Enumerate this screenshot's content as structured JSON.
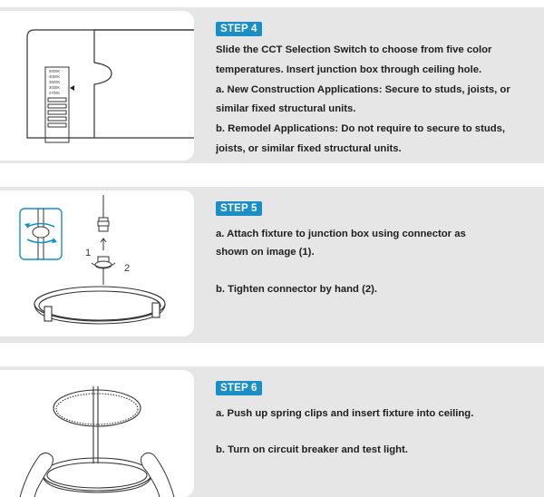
{
  "colors": {
    "accent": "#1a8fc7",
    "band": "#e6e6e6",
    "text": "#1e1e1e"
  },
  "steps": [
    {
      "badge": "STEP 4",
      "paragraphs": [
        "Slide the CCT Selection Switch to choose from five color temperatures. Insert junction box through ceiling hole.",
        "a. New Construction Applications: Secure to studs, joists, or similar fixed structural units.",
        "b. Remodel Applications: Do not require to secure to studs, joists, or similar fixed structural units."
      ],
      "illustration": {
        "switch_labels": [
          "5000K",
          "4000K",
          "3500K",
          "3000K",
          "2700K"
        ]
      }
    },
    {
      "badge": "STEP 5",
      "paragraphs": [
        "a. Attach fixture to junction box using connector as shown on image (1).",
        "b. Tighten connector by hand (2)."
      ],
      "illustration": {
        "label_1": "1",
        "label_2": "2"
      }
    },
    {
      "badge": "STEP 6",
      "paragraphs": [
        "a. Push up spring clips and insert fixture into ceiling.",
        "b. Turn on circuit breaker and test light."
      ]
    }
  ]
}
